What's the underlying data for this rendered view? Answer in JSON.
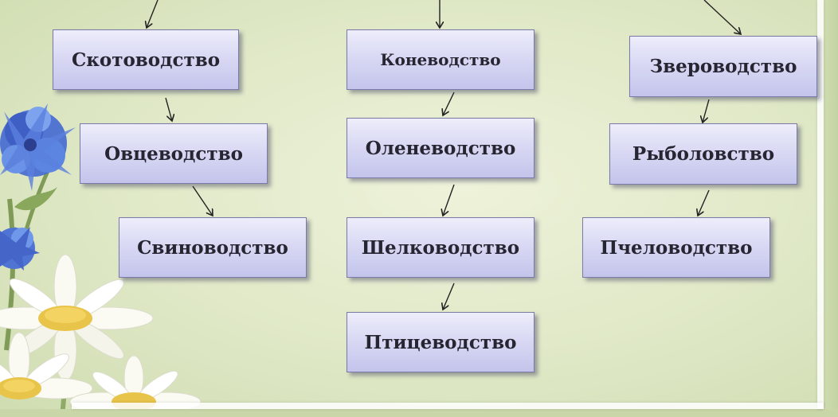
{
  "diagram": {
    "column_1": {
      "box_1": "Скотоводство",
      "box_2": "Овцеводство",
      "box_3": "Свиноводство"
    },
    "column_2": {
      "box_1": "Коневодство",
      "box_2": "Оленеводство",
      "box_3": "Шелководство",
      "box_4": "Птицеводство"
    },
    "column_3": {
      "box_1": "Звероводство",
      "box_2": "Рыболовство",
      "box_3": "Пчеловодство"
    }
  },
  "colors": {
    "box_fill_top": "#ededfb",
    "box_fill_bottom": "#c4c4ec",
    "box_border": "#7a7aa8",
    "text": "#262633",
    "background": "#dfe8c6"
  }
}
